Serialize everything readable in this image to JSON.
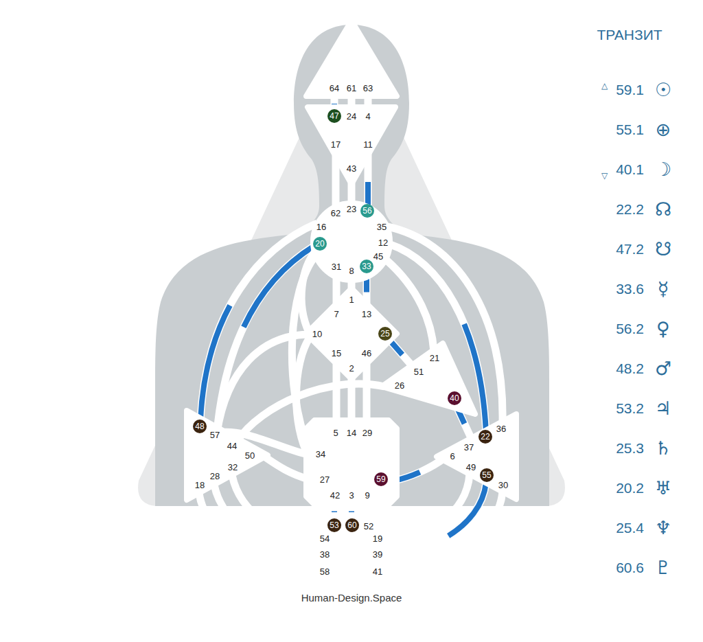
{
  "diagram": {
    "title": "ТРАНЗИТ",
    "nodes": [
      {
        "text": [
          "64",
          "61",
          "63"
        ]
      },
      {
        "text": [
          "47",
          "24",
          "4",
          "17",
          "11",
          "43"
        ]
      },
      {
        "text": [
          "62",
          "23",
          "56",
          "16",
          "35",
          "20",
          "12",
          "45",
          "31",
          "8",
          "33"
        ]
      },
      {
        "text": [
          "1",
          "7",
          "13",
          "10",
          "25",
          "15",
          "46",
          "2"
        ]
      },
      {
        "text": [
          "21",
          "51",
          "26",
          "40"
        ]
      },
      {
        "text": [
          "48",
          "57",
          "44",
          "50",
          "32",
          "28",
          "18"
        ]
      },
      {
        "text": [
          "5",
          "14",
          "29",
          "34",
          "27",
          "59",
          "42",
          "3",
          "9"
        ]
      },
      {
        "text": [
          "36",
          "22",
          "37",
          "6",
          "49",
          "55",
          "30"
        ]
      },
      {
        "text": [
          "53",
          "60",
          "52",
          "54",
          "19",
          "38",
          "39",
          "58",
          "41"
        ]
      }
    ],
    "edges": [
      {
        "from": 0,
        "to": 1,
        "arrow": "none"
      },
      {
        "from": 0,
        "to": 1,
        "arrow": "none"
      },
      {
        "from": 0,
        "to": 1,
        "arrow": "none"
      },
      {
        "from": 1,
        "to": 2,
        "arrow": "none"
      },
      {
        "from": 1,
        "to": 2,
        "arrow": "none"
      },
      {
        "from": 1,
        "to": 2,
        "arrow": "none"
      },
      {
        "from": 2,
        "to": 3,
        "arrow": "none"
      },
      {
        "from": 2,
        "to": 3,
        "arrow": "none"
      },
      {
        "from": 2,
        "to": 3,
        "arrow": "none"
      },
      {
        "from": 2,
        "to": 6,
        "arrow": "none"
      },
      {
        "from": 2,
        "to": 5,
        "arrow": "none"
      },
      {
        "from": 2,
        "to": 5,
        "arrow": "none"
      },
      {
        "from": 2,
        "to": 4,
        "arrow": "none"
      },
      {
        "from": 2,
        "to": 7,
        "arrow": "none"
      },
      {
        "from": 2,
        "to": 7,
        "arrow": "none"
      },
      {
        "from": 3,
        "to": 4,
        "arrow": "none"
      },
      {
        "from": 3,
        "to": 6,
        "arrow": "none"
      },
      {
        "from": 3,
        "to": 6,
        "arrow": "none"
      },
      {
        "from": 3,
        "to": 6,
        "arrow": "none"
      },
      {
        "from": 3,
        "to": 5,
        "arrow": "none"
      },
      {
        "from": 3,
        "to": 6,
        "arrow": "none"
      },
      {
        "from": 2,
        "to": 3,
        "arrow": "none"
      },
      {
        "from": 4,
        "to": 7,
        "arrow": "none"
      },
      {
        "from": 4,
        "to": 5,
        "arrow": "none"
      },
      {
        "from": 6,
        "to": 5,
        "arrow": "none"
      },
      {
        "from": 6,
        "to": 5,
        "arrow": "none"
      },
      {
        "from": 6,
        "to": 7,
        "arrow": "none"
      },
      {
        "from": 6,
        "to": 8,
        "arrow": "none"
      },
      {
        "from": 6,
        "to": 8,
        "arrow": "none"
      },
      {
        "from": 6,
        "to": 8,
        "arrow": "none"
      },
      {
        "from": 5,
        "to": 8,
        "arrow": "none"
      },
      {
        "from": 5,
        "to": 8,
        "arrow": "none"
      },
      {
        "from": 5,
        "to": 8,
        "arrow": "none"
      },
      {
        "from": 7,
        "to": 8,
        "arrow": "none"
      },
      {
        "from": 7,
        "to": 8,
        "arrow": "none"
      },
      {
        "from": 7,
        "to": 8,
        "arrow": "none"
      }
    ],
    "labels": [
      "△",
      "59.1",
      "☉",
      "55.1",
      "⊕",
      "▽",
      "40.1",
      "☽",
      "22.2",
      "☊",
      "47.2",
      "☋",
      "33.6",
      "☿",
      "56.2",
      "♀",
      "48.2",
      "♂",
      "53.2",
      "♃",
      "25.3",
      "♄",
      "20.2",
      "♅",
      "25.4",
      "♆",
      "60.6",
      "♇",
      "Human-Design.Space"
    ]
  }
}
